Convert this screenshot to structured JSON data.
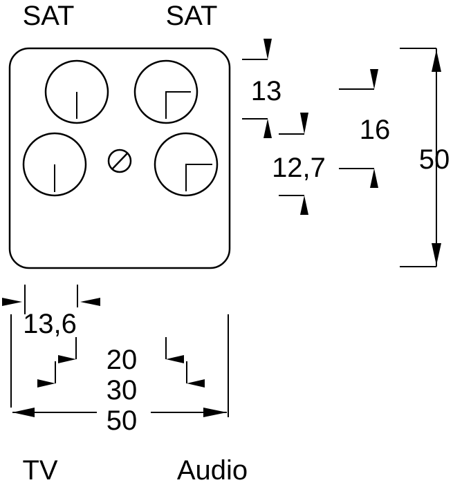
{
  "labels": {
    "sat_left": "SAT",
    "sat_right": "SAT",
    "tv": "TV",
    "audio": "Audio"
  },
  "dimensions": {
    "socket_spacing_top": "13",
    "socket_spacing_side": "16",
    "socket_spacing_mid": "12,7",
    "overall_height": "50",
    "socket_width": "13,6",
    "offset_1": "20",
    "offset_2": "30",
    "overall_width": "50"
  }
}
